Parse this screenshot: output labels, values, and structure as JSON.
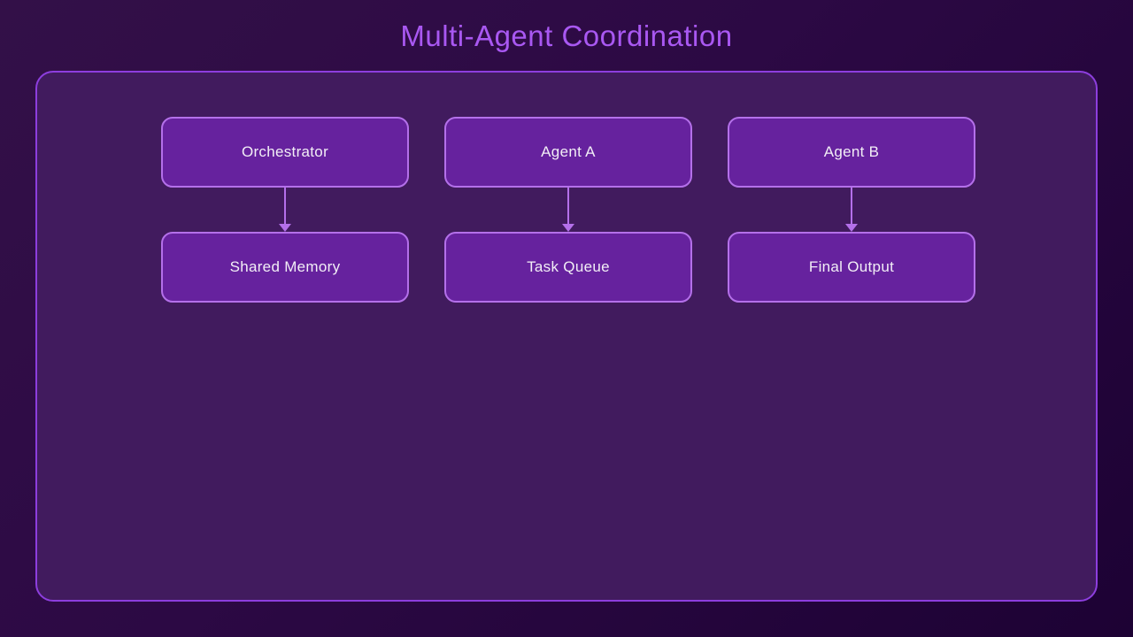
{
  "title": "Multi-Agent Coordination",
  "colors": {
    "title": "#a958f2",
    "box_fill": "#66229e",
    "box_border": "#b470ea",
    "container_fill": "#411b5e",
    "container_border": "#8d3ede",
    "arrow": "#b470ea",
    "box_text": "#f2eef6",
    "bg_start": "#331048",
    "bg_end": "#1d0234"
  },
  "diagram": {
    "nodes": [
      {
        "id": "orchestrator",
        "label": "Orchestrator",
        "row": 1,
        "col": 1
      },
      {
        "id": "agent-a",
        "label": "Agent A",
        "row": 1,
        "col": 2
      },
      {
        "id": "agent-b",
        "label": "Agent B",
        "row": 1,
        "col": 3
      },
      {
        "id": "shared-memory",
        "label": "Shared Memory",
        "row": 2,
        "col": 1
      },
      {
        "id": "task-queue",
        "label": "Task Queue",
        "row": 2,
        "col": 2
      },
      {
        "id": "final-output",
        "label": "Final Output",
        "row": 2,
        "col": 3
      }
    ],
    "edges": [
      {
        "from": "orchestrator",
        "to": "shared-memory"
      },
      {
        "from": "agent-a",
        "to": "task-queue"
      },
      {
        "from": "agent-b",
        "to": "final-output"
      }
    ]
  }
}
